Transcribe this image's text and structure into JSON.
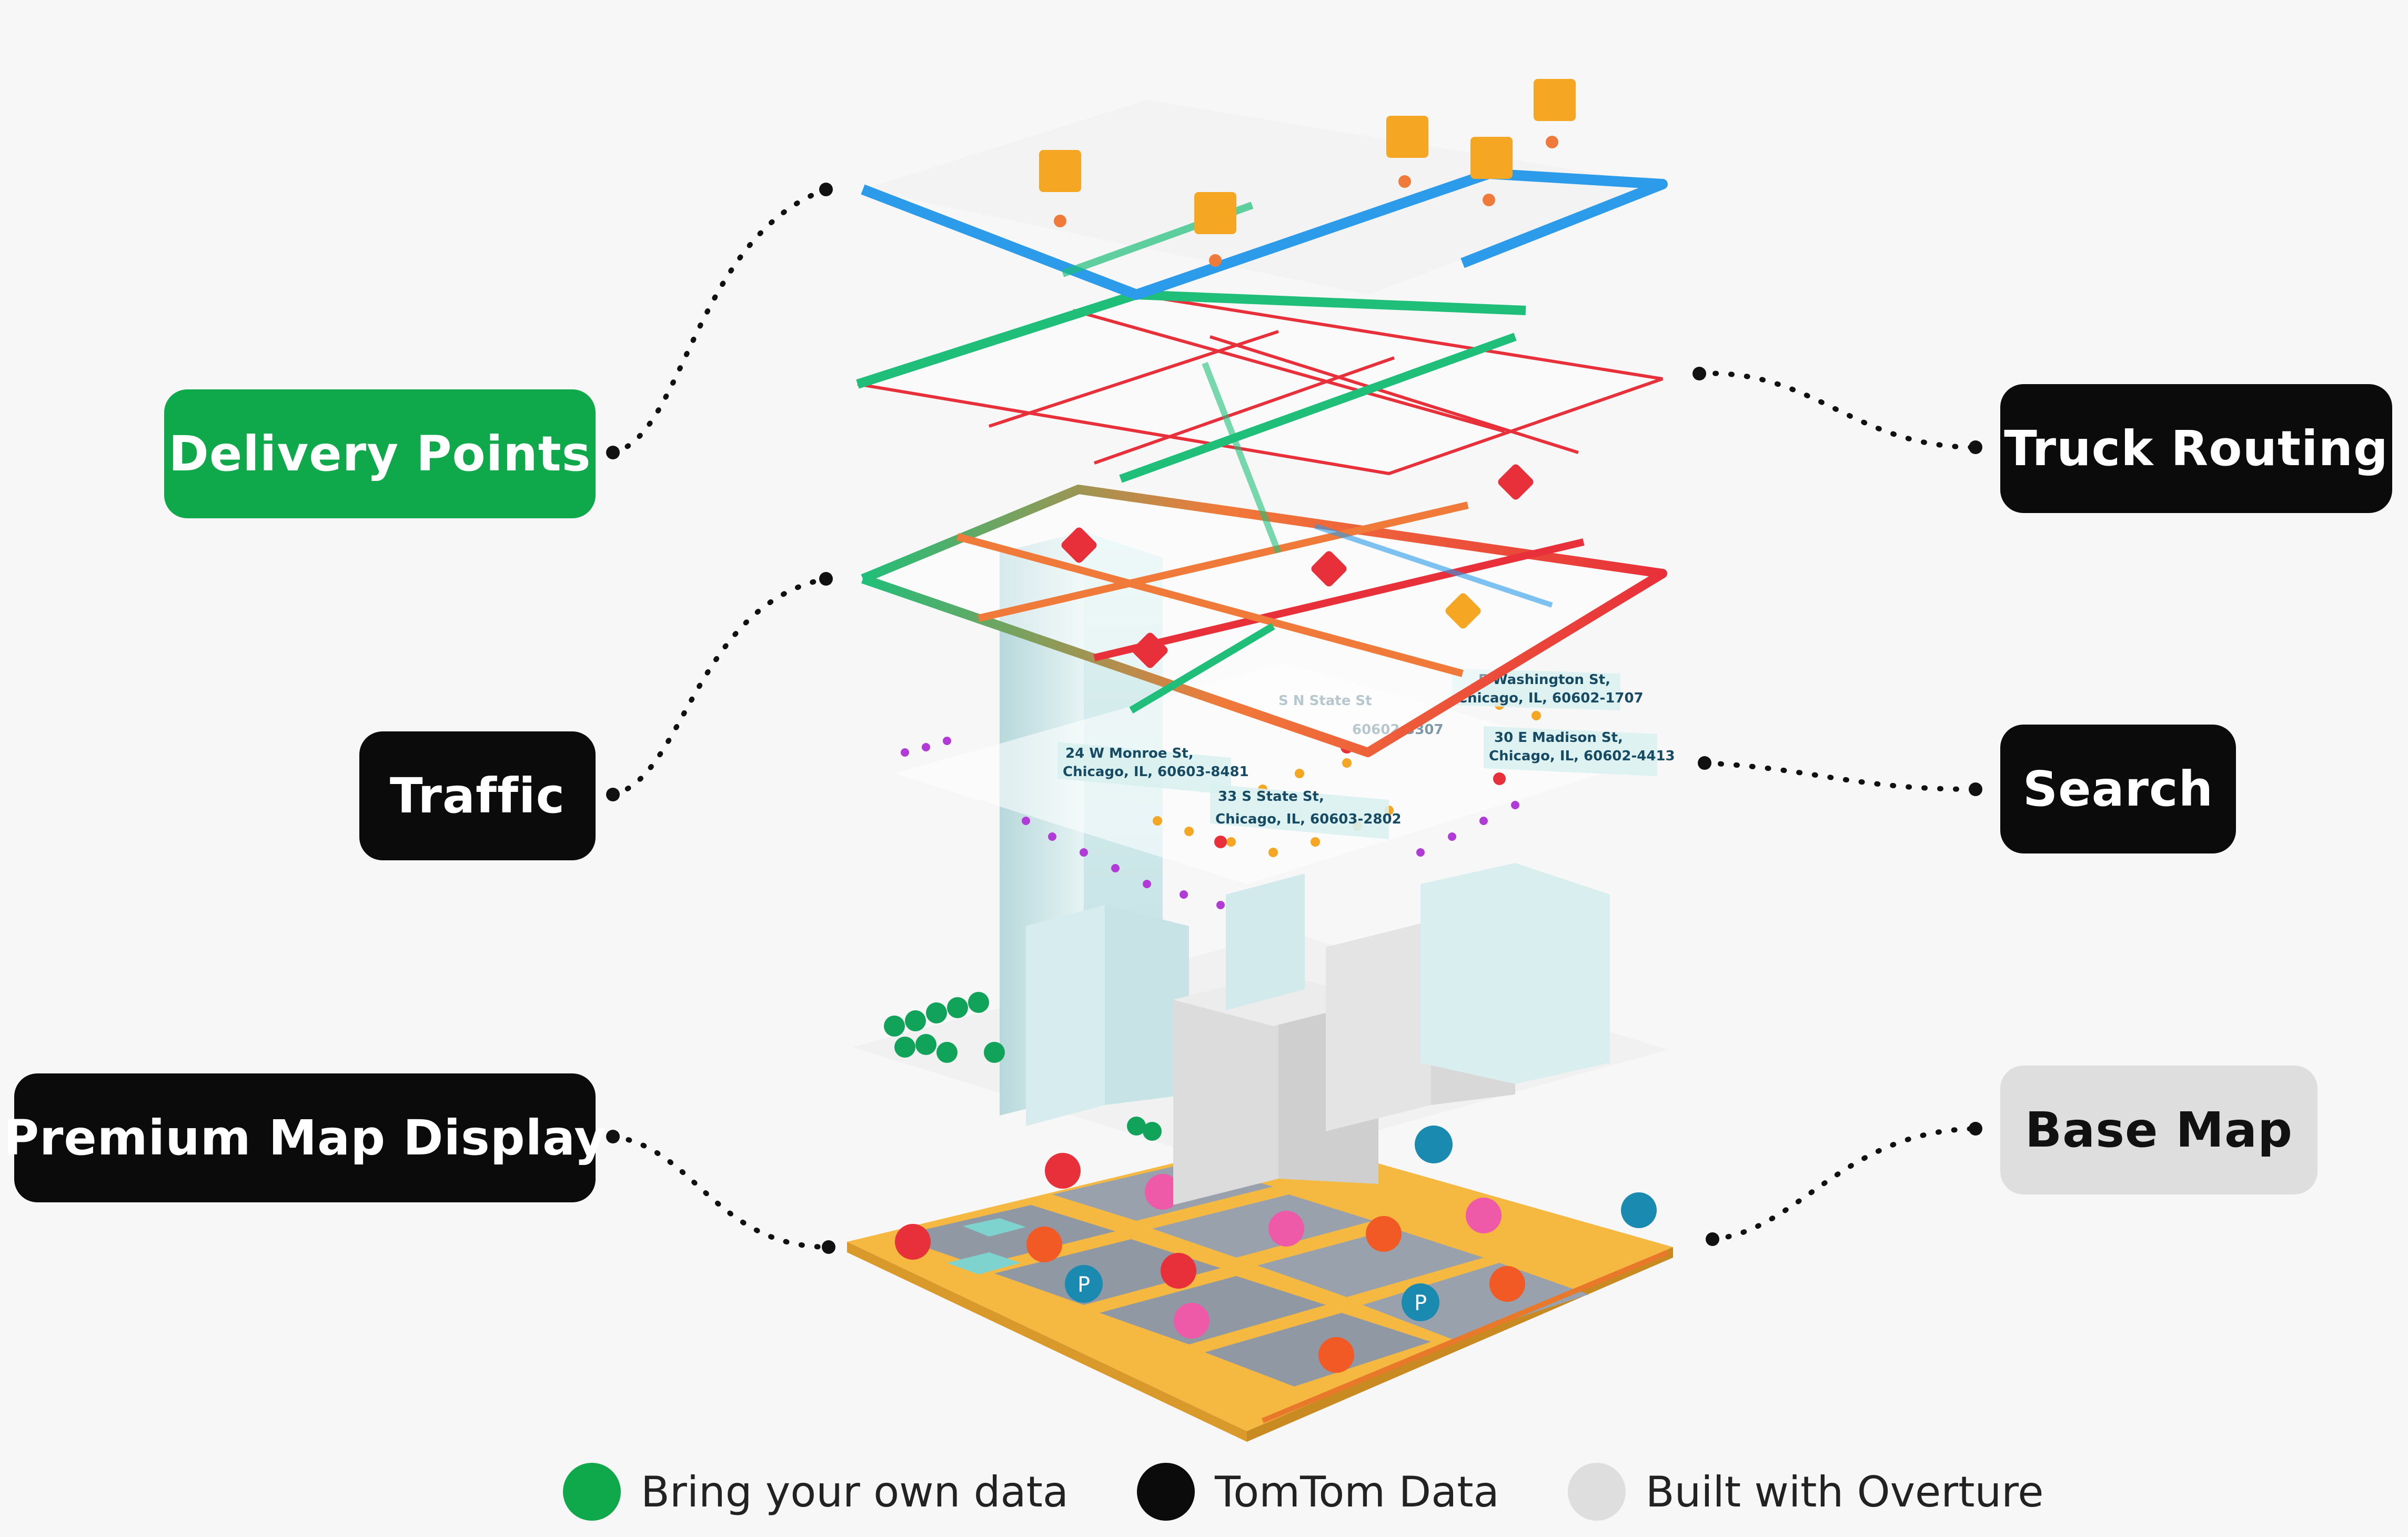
{
  "colors": {
    "green": "#0fa84a",
    "black": "#0b0b0b",
    "grey": "#dedede",
    "route_blue": "#2b9bea",
    "traffic_red": "#e8303a",
    "traffic_green": "#1fbf7a",
    "package_orange": "#f5a623",
    "poi_purple": "#b13bd6",
    "building": "#cfe9ea",
    "road_yellow": "#f5b941",
    "block_grey": "#8f98a3"
  },
  "labels": {
    "delivery_points": "Delivery Points",
    "traffic": "Traffic",
    "premium_map_display": "Premium Map Display",
    "truck_routing": "Truck Routing",
    "search": "Search",
    "base_map": "Base Map"
  },
  "addresses": [
    {
      "line1": "E Washington St,",
      "line2": "Chicago, IL, 60602-1707"
    },
    {
      "line1": "30 E Madison St,",
      "line2": "Chicago, IL, 60602-4413"
    },
    {
      "line1": "24 W Monroe St,",
      "line2": "Chicago, IL, 60603-8481"
    },
    {
      "line1": "33 S State St,",
      "line2": "Chicago, IL, 60603-2802"
    },
    {
      "line1": "S N State St",
      "line2": "60602-3307"
    }
  ],
  "legend": [
    {
      "label": "Bring your own data",
      "color": "#0fa84a"
    },
    {
      "label": "TomTom Data",
      "color": "#0b0b0b"
    },
    {
      "label": "Built with Overture",
      "color": "#dedede"
    }
  ],
  "icons": [
    "package-icon",
    "traffic-incident-icon",
    "parking-icon",
    "shopping-bag-icon",
    "restaurant-icon",
    "mail-icon",
    "fuel-icon",
    "hotel-icon"
  ]
}
